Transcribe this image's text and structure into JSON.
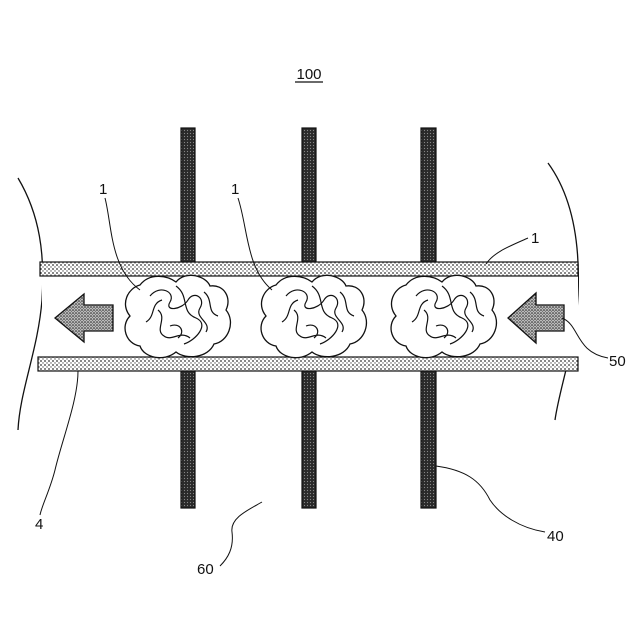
{
  "figure": {
    "title": "100",
    "labels": {
      "objects": [
        "1",
        "1",
        "1"
      ],
      "outlet_arrow": "4",
      "inlet_arrow": "50",
      "electrodes": "40",
      "space": "60"
    }
  },
  "colors": {
    "line": "#111111",
    "electrode_fill": "#2a2a2a",
    "wall_dots": "#333333",
    "background": "#ffffff"
  }
}
